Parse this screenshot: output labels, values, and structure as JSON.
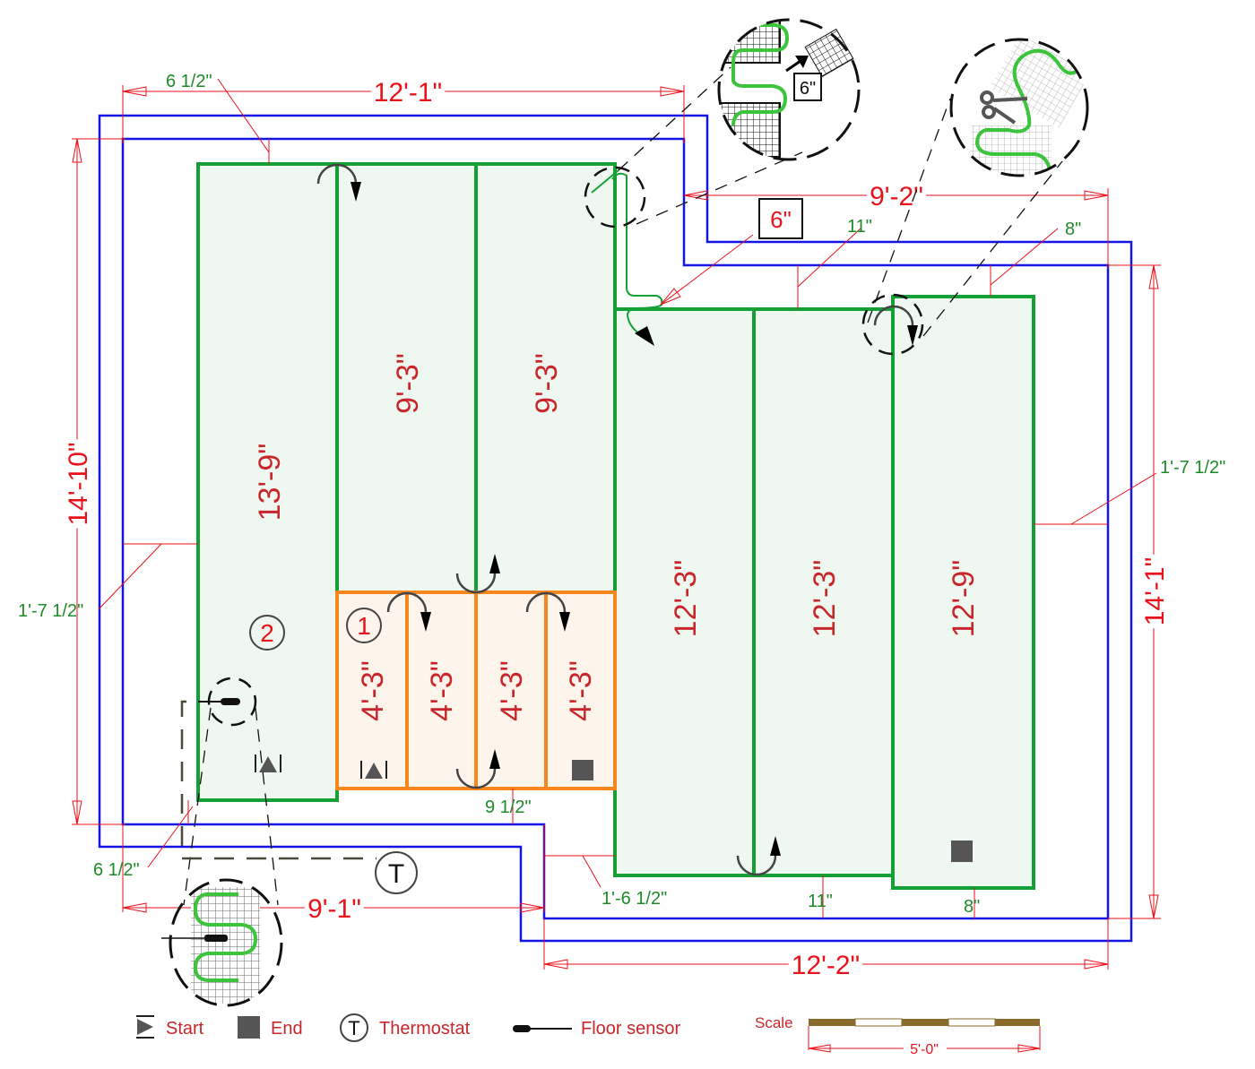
{
  "colors": {
    "wall": "#1414e6",
    "dimension": "#e8121b",
    "offset_label": "#1f8a2a",
    "mat_area_2": "#15a035",
    "mat_area_1": "#f7861c",
    "mat_fill_2": "#eef8f0",
    "mat_fill_1": "#fdf5ec",
    "heating_cable": "#3cc43c",
    "mat_length_text": "#c8262b",
    "scale_bar": "#8a6a2a"
  },
  "overall_dimensions": {
    "top_width": "12'-1\"",
    "left_height": "14'-10\"",
    "right_upper_width": "9'-2\"",
    "right_height": "14'-1\"",
    "bottom_left_width": "9'-1\"",
    "bottom_right_width": "12'-2\""
  },
  "offset_labels": {
    "top_left": "6 1/2\"",
    "left_side": "1'-7 1/2\"",
    "bottom_left": "6 1/2\"",
    "below_area1": "9 1/2\"",
    "lower_step": "1'-6 1/2\"",
    "upper_right_mid": "11\"",
    "upper_right_far": "8\"",
    "right_side": "1'-7 1/2\"",
    "bottom_mid": "11\"",
    "bottom_right": "8\""
  },
  "cut_callout": {
    "label": "6\""
  },
  "detail_callouts": {
    "cut_and_shift": {
      "label": "6\""
    },
    "cut_cable": {
      "icon": "scissors-icon"
    },
    "floor_sensor": {
      "icon": "floor-sensor-icon"
    }
  },
  "areas": [
    {
      "id": "2",
      "badge": "2"
    },
    {
      "id": "1",
      "badge": "1"
    }
  ],
  "mats": [
    {
      "area": "2",
      "length": "13'-9\"",
      "marker": "start"
    },
    {
      "area": "2",
      "length": "9'-3\""
    },
    {
      "area": "2",
      "length": "9'-3\""
    },
    {
      "area": "2",
      "length": "12'-3\""
    },
    {
      "area": "2",
      "length": "12'-3\""
    },
    {
      "area": "2",
      "length": "12'-9\"",
      "marker": "end"
    },
    {
      "area": "1",
      "length": "4'-3\"",
      "marker": "start"
    },
    {
      "area": "1",
      "length": "4'-3\""
    },
    {
      "area": "1",
      "length": "4'-3\""
    },
    {
      "area": "1",
      "length": "4'-3\"",
      "marker": "end"
    }
  ],
  "thermostat": {
    "symbol": "T"
  },
  "legend": {
    "start": "Start",
    "end": "End",
    "thermostat": "Thermostat",
    "thermostat_symbol": "T",
    "floor_sensor": "Floor sensor"
  },
  "scale": {
    "label": "Scale",
    "length": "5'-0\""
  }
}
